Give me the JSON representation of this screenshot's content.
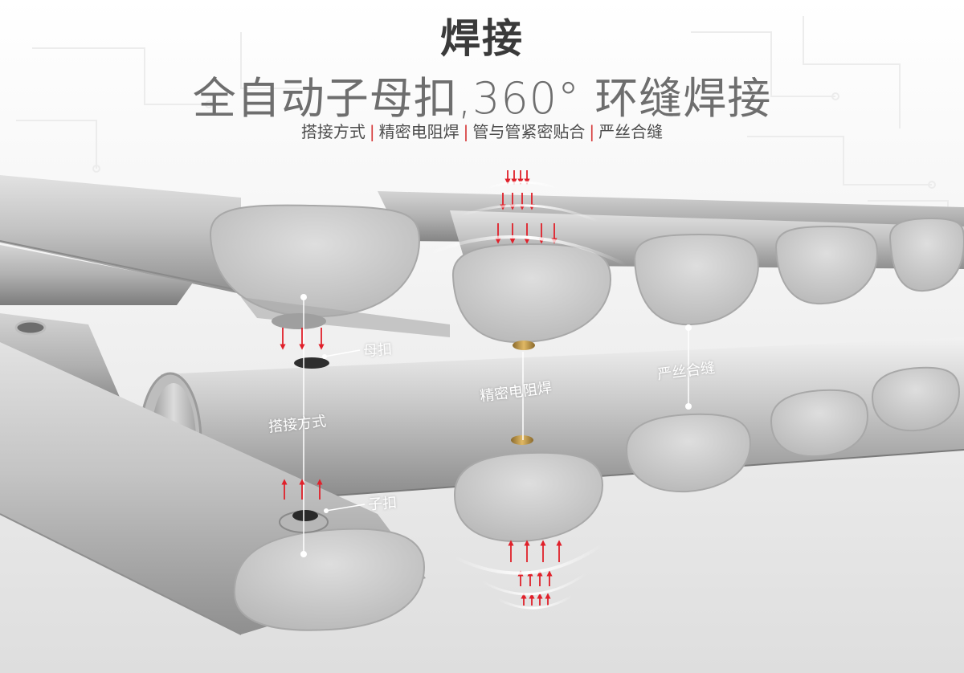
{
  "header": {
    "title": "焊接",
    "subtitle": "全自动子母扣,360° 环缝焊接",
    "features": [
      "搭接方式",
      "精密电阻焊",
      "管与管紧密贴合",
      "严丝合缝"
    ],
    "separator": "|"
  },
  "callouts": {
    "female_buckle": "母扣",
    "male_buckle": "子扣",
    "lap_joint": "搭接方式",
    "resistance_weld": "精密电阻焊",
    "seamless": "严丝合缝"
  },
  "colors": {
    "accent": "#d63a3a",
    "title": "#3a3a3a",
    "subtitle": "#6e6e6e",
    "tube_face": "#cfcfcf",
    "tube_body": "#b9b9b9",
    "arrow": "#e0202a"
  }
}
